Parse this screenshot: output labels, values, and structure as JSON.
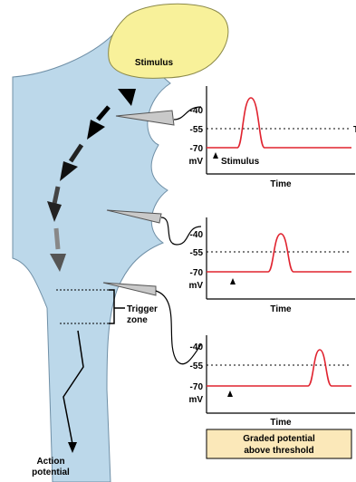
{
  "stimulus_label": "Stimulus",
  "trigger_zone_label": [
    "Trigger",
    "zone"
  ],
  "action_potential_label": [
    "Action",
    "potential"
  ],
  "graph_1": {
    "ticks": [
      "-40",
      "-55",
      "-70"
    ],
    "unit": "mV",
    "stimulus_marker": "Stimulus",
    "x_label": "Time",
    "threshold_mark": "T"
  },
  "graph_2": {
    "ticks": [
      "-40",
      "-55",
      "-70"
    ],
    "unit": "mV",
    "x_label": "Time"
  },
  "graph_3": {
    "ticks": [
      "-40",
      "-55",
      "-70"
    ],
    "unit": "mV",
    "x_label": "Time"
  },
  "caption": [
    "Graded potential",
    "above threshold"
  ],
  "colors": {
    "neuron_fill": "#bcd8ea",
    "stimulus_fill": "#f8f19a",
    "trace": "#e0232f",
    "caption_fill": "#fbe8b9",
    "electrode": "#c9c9c9"
  }
}
